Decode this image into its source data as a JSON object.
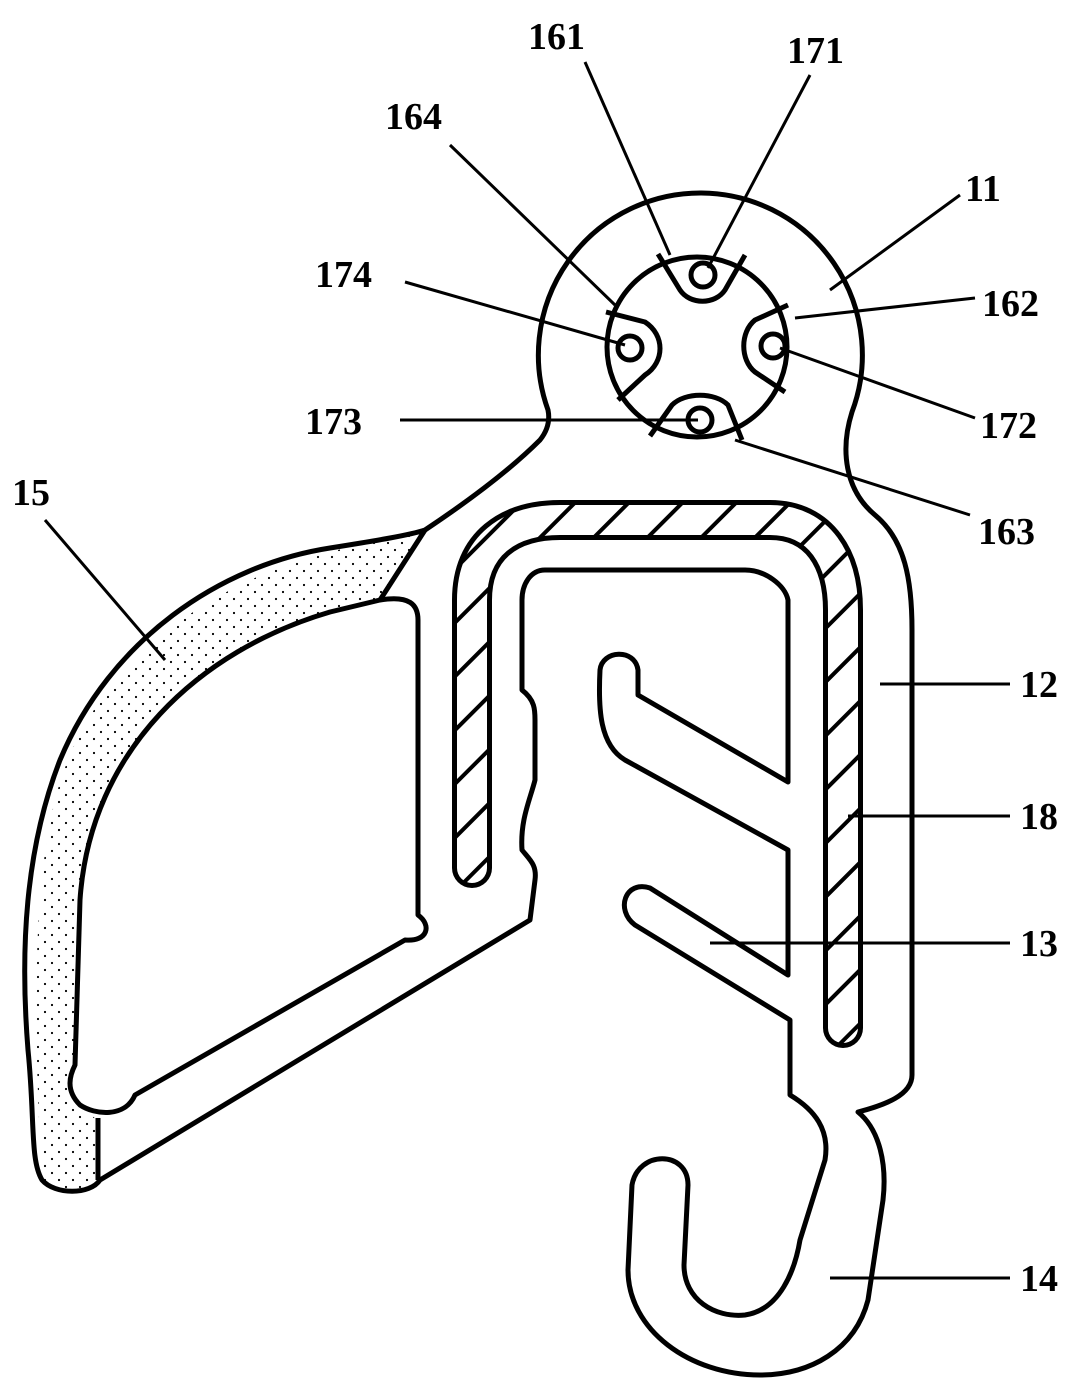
{
  "labels": {
    "l161": "161",
    "l171": "171",
    "l164": "164",
    "l11": "11",
    "l174": "174",
    "l162": "162",
    "l172": "172",
    "l173": "173",
    "l163": "163",
    "l15": "15",
    "l12": "12",
    "l18": "18",
    "l13": "13",
    "l14": "14"
  },
  "colors": {
    "stroke": "#000000",
    "background": "#ffffff"
  }
}
